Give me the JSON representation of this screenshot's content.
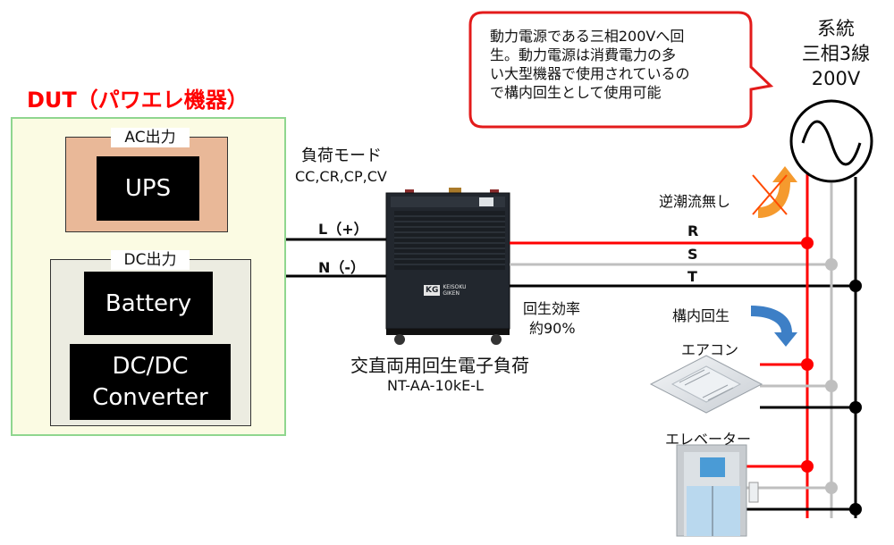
{
  "dut": {
    "title": "DUT（パワエレ機器）",
    "ac_label": "AC出力",
    "dc_label": "DC出力",
    "ups": "UPS",
    "battery": "Battery",
    "dcdc_line1": "DC/DC",
    "dcdc_line2": "Converter"
  },
  "load": {
    "mode_title": "負荷モード",
    "modes": "CC,CR,CP,CV",
    "terminal_pos": "L（+）",
    "terminal_neg": "N（-）",
    "name": "交直両用回生電子負荷",
    "model": "NT-AA-10kE-L",
    "brand_logo": "KG",
    "brand_line1": "KEISOKU",
    "brand_line2": "GIKEN",
    "efficiency_label": "回生効率",
    "efficiency_value": "約90%"
  },
  "callout": {
    "line1": "動力電源である三相200Vへ回",
    "line2": "生。動力電源は消費電力の多",
    "line3": "い大型機器で使用されているの",
    "line4": "で構内回生として使用可能"
  },
  "grid": {
    "line1": "系統",
    "line2": "三相3線",
    "line3": "200V"
  },
  "phases": {
    "r": "R",
    "s": "S",
    "t": "T"
  },
  "labels": {
    "no_reverse_flow": "逆潮流無し",
    "in_plant_regen": "構内回生",
    "aircon": "エアコン",
    "elevator": "エレベーター"
  },
  "colors": {
    "red": "#ff0000",
    "gray": "#bfbfbf",
    "black": "#000000",
    "blue": "#3d7fc6",
    "orange": "#f59a2e"
  }
}
